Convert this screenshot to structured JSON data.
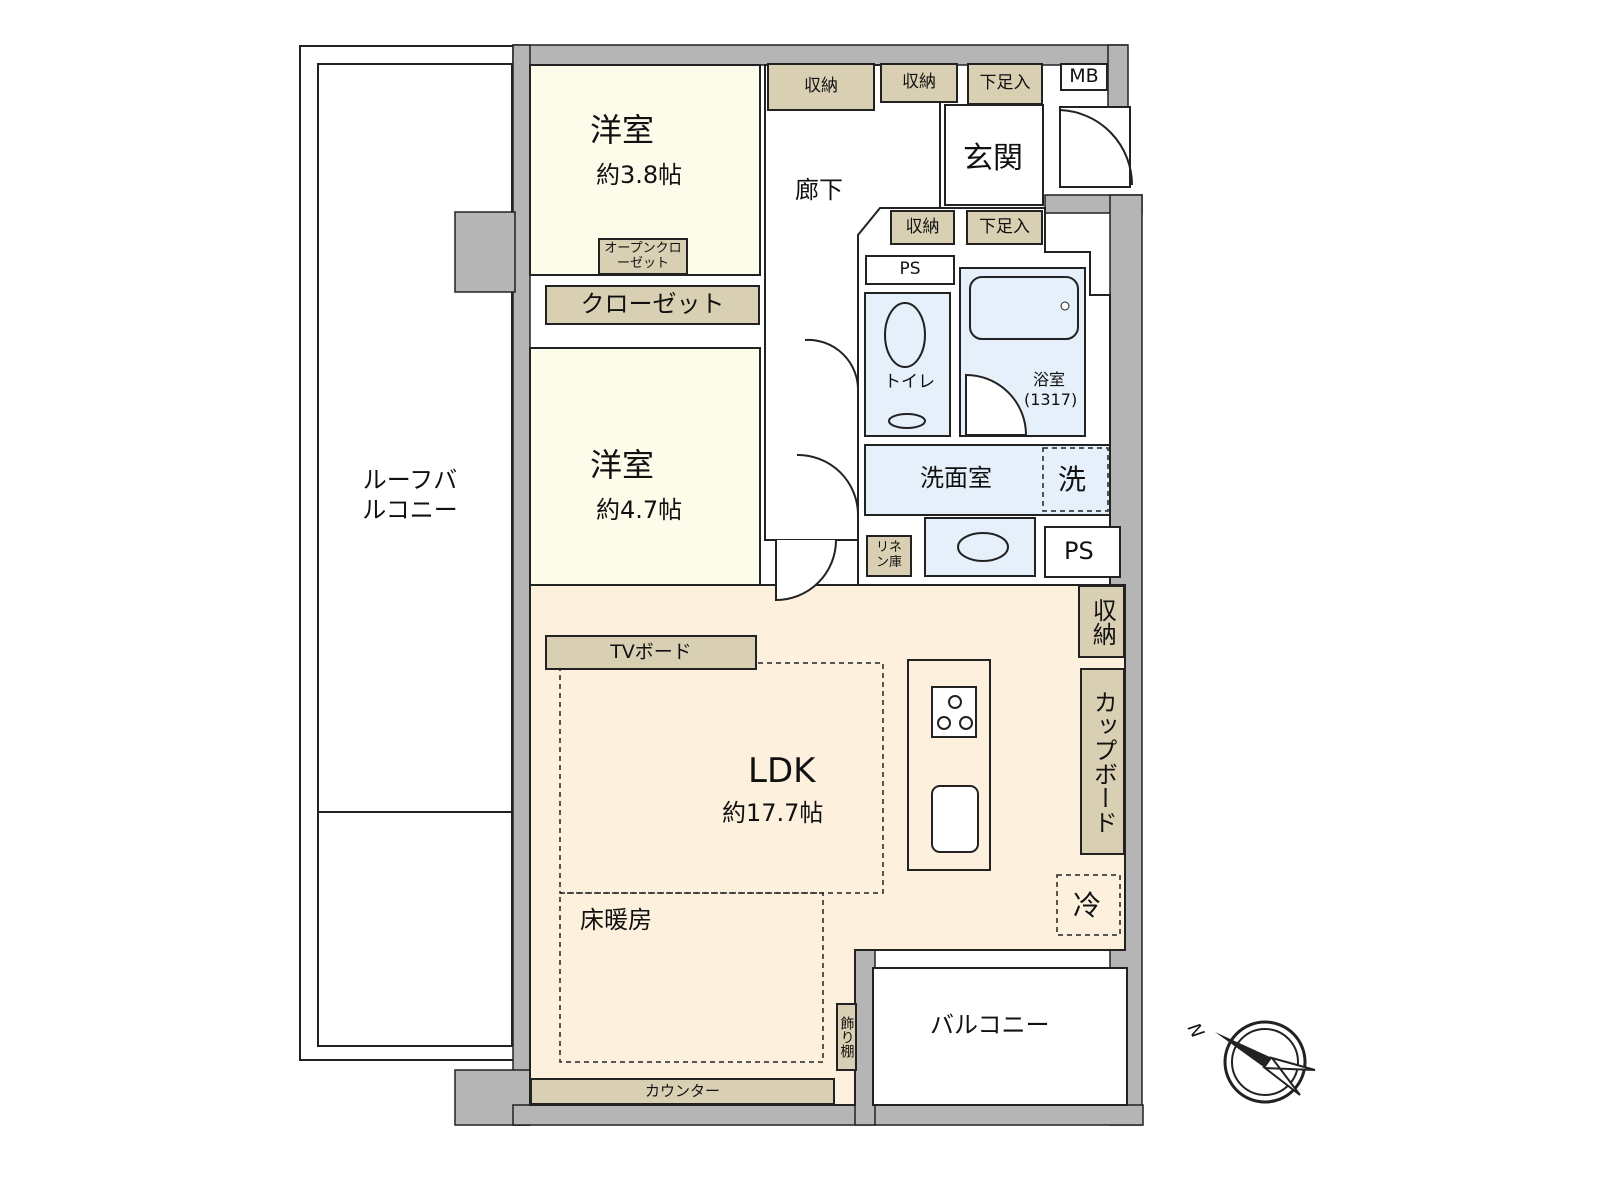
{
  "rooms": {
    "western1": {
      "name": "洋室",
      "size": "約3.8帖"
    },
    "open_closet": "オープンクローゼット",
    "closet": "クローゼット",
    "western2": {
      "name": "洋室",
      "size": "約4.7帖"
    },
    "hallway": "廊下",
    "entrance": "玄関",
    "storage_top1": "収納",
    "storage_top2": "収納",
    "shoe_top": "下足入",
    "mb": "MB",
    "storage_mid": "収納",
    "shoe_mid": "下足入",
    "ps1": "PS",
    "toilet": "トイレ",
    "bath": {
      "name": "浴室",
      "size": "(1317)"
    },
    "washroom": "洗面室",
    "washer": "洗",
    "linen": "リネン庫",
    "ps2": "PS",
    "storage_ldk": "収納",
    "cupboard": "カップボード",
    "fridge": "冷",
    "tv_board": "TVボード",
    "ldk": {
      "name": "LDK",
      "size": "約17.7帖"
    },
    "floor_heating": "床暖房",
    "display_shelf": "飾り棚",
    "counter": "カウンター",
    "balcony": "バルコニー",
    "roof_balcony": "ルーフバルコニー"
  },
  "compass": {
    "north": "N"
  },
  "colors": {
    "wall": "#b5b5b5",
    "room": "#fdfbea",
    "ldk": "#fdf0dd",
    "wet": "#e5f0fa",
    "storage": "#d9d0b4"
  }
}
